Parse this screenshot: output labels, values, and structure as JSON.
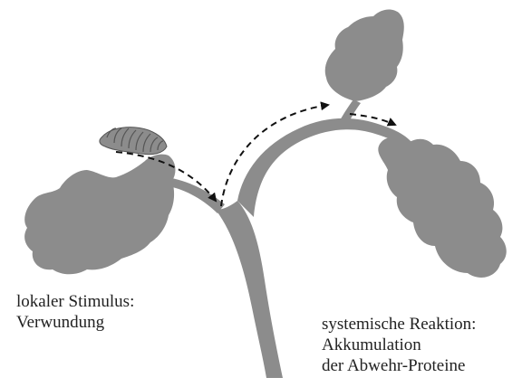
{
  "diagram": {
    "local_label": {
      "line1": "lokaler Stimulus:",
      "line2": "Verwundung"
    },
    "systemic_label": {
      "line1": "systemische Reaktion:",
      "line2": "Akkumulation",
      "line3": "der Abwehr-Proteine"
    },
    "colors": {
      "plant": "#8c8c8c",
      "caterpillar": "#8c8c8c",
      "arrow": "#111111",
      "text": "#222222"
    }
  }
}
